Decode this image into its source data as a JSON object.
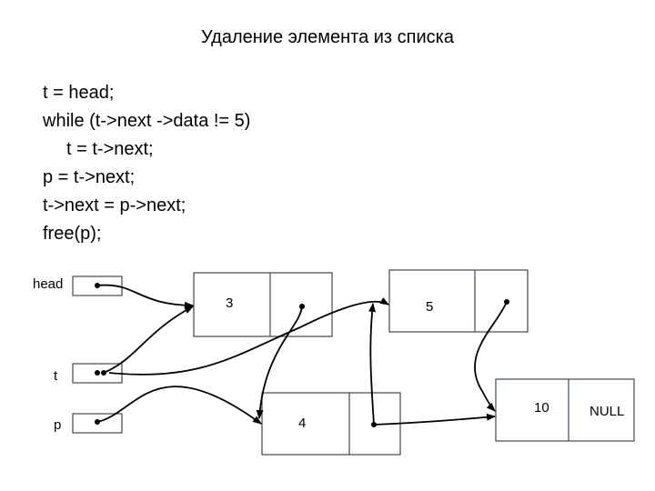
{
  "title": "Удаление элемента из списка",
  "code": [
    "t = head;",
    "while (t->next ->data != 5)",
    "t = t->next;",
    "p = t->next;",
    "t->next = p->next;",
    "free(p);"
  ],
  "pointers": {
    "head": "head",
    "t": "t",
    "p": "p"
  },
  "nodes": {
    "n3": "3",
    "n5": "5",
    "n4": "4",
    "n10": "10",
    "null": "NULL"
  }
}
